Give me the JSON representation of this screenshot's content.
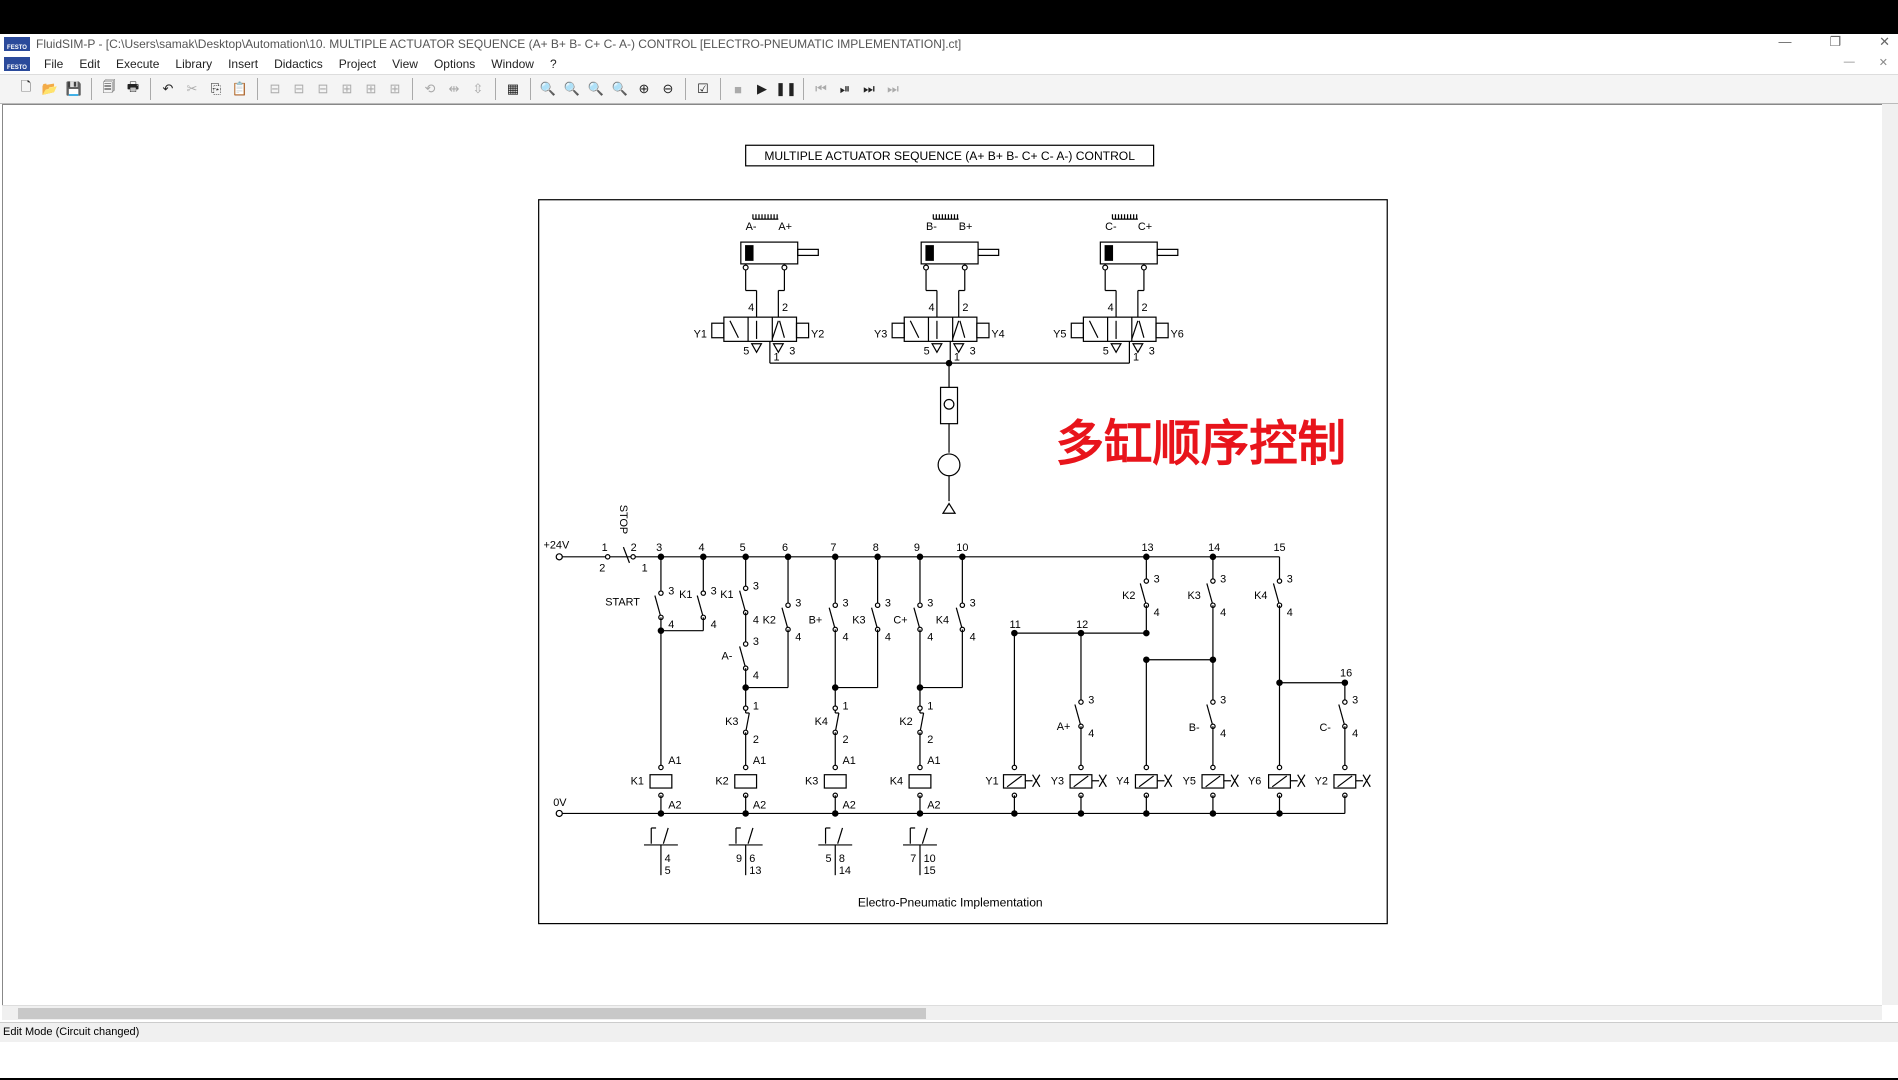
{
  "window": {
    "title": "FluidSIM-P - [C:\\Users\\samak\\Desktop\\Automation\\10. MULTIPLE ACTUATOR SEQUENCE (A+ B+ B- C+ C- A-) CONTROL [ELECTRO-PNEUMATIC IMPLEMENTATION].ct]",
    "logo": "FESTO",
    "minimize": "—",
    "restore": "❐",
    "close": "✕"
  },
  "menu": [
    "File",
    "Edit",
    "Execute",
    "Library",
    "Insert",
    "Didactics",
    "Project",
    "View",
    "Options",
    "Window",
    "?"
  ],
  "toolbar": [
    {
      "icon": "new-icon",
      "g": "🗋"
    },
    {
      "icon": "open-icon",
      "g": "📂"
    },
    {
      "icon": "save-icon",
      "g": "💾"
    },
    {
      "sep": true
    },
    {
      "icon": "print-preview-icon",
      "g": "🗐"
    },
    {
      "icon": "print-icon",
      "g": "🖶"
    },
    {
      "sep": true
    },
    {
      "icon": "undo-icon",
      "g": "↶"
    },
    {
      "icon": "cut-icon",
      "g": "✂",
      "dis": true
    },
    {
      "icon": "copy-icon",
      "g": "⎘"
    },
    {
      "icon": "paste-icon",
      "g": "📋"
    },
    {
      "sep": true
    },
    {
      "icon": "align-left-icon",
      "g": "⊟",
      "dis": true
    },
    {
      "icon": "align-center-icon",
      "g": "⊟",
      "dis": true
    },
    {
      "icon": "align-right-icon",
      "g": "⊟",
      "dis": true
    },
    {
      "icon": "align-top-icon",
      "g": "⊞",
      "dis": true
    },
    {
      "icon": "align-middle-icon",
      "g": "⊞",
      "dis": true
    },
    {
      "icon": "align-bottom-icon",
      "g": "⊞",
      "dis": true
    },
    {
      "sep": true
    },
    {
      "icon": "rotate-icon",
      "g": "⟲",
      "dis": true
    },
    {
      "icon": "mirror-h-icon",
      "g": "⇹",
      "dis": true
    },
    {
      "icon": "mirror-v-icon",
      "g": "⇳",
      "dis": true
    },
    {
      "sep": true
    },
    {
      "icon": "grid-icon",
      "g": "▦"
    },
    {
      "sep": true
    },
    {
      "icon": "zoom-1-1-icon",
      "g": "🔍",
      "dis": true
    },
    {
      "icon": "zoom-fit-width-icon",
      "g": "🔍",
      "dis": true
    },
    {
      "icon": "zoom-fit-icon",
      "g": "🔍"
    },
    {
      "icon": "zoom-window-icon",
      "g": "🔍"
    },
    {
      "icon": "zoom-in-icon",
      "g": "⊕"
    },
    {
      "icon": "zoom-out-icon",
      "g": "⊖"
    },
    {
      "sep": true
    },
    {
      "icon": "check-icon",
      "g": "☑"
    },
    {
      "sep": true
    },
    {
      "icon": "stop-icon",
      "g": "■",
      "dis": true
    },
    {
      "icon": "play-icon",
      "g": "▶"
    },
    {
      "icon": "pause-icon",
      "g": "❚❚"
    },
    {
      "sep": true
    },
    {
      "icon": "reset-icon",
      "g": "⏮",
      "dis": true
    },
    {
      "icon": "step-icon",
      "g": "⏯"
    },
    {
      "icon": "run-to-icon",
      "g": "⏭"
    },
    {
      "icon": "end-icon",
      "g": "⏭",
      "dis": true
    }
  ],
  "diagram": {
    "title": "MULTIPLE ACTUATOR SEQUENCE (A+ B+ B- C+ C- A-) CONTROL",
    "caption": "Electro-Pneumatic  Implementation",
    "overlay_text": "多缸顺序控制",
    "overlay_color": "#e8141b",
    "cylinders": [
      {
        "minus": "A-",
        "plus": "A+"
      },
      {
        "minus": "B-",
        "plus": "B+"
      },
      {
        "minus": "C-",
        "plus": "C+"
      }
    ],
    "valves": [
      {
        "left": "Y1",
        "right": "Y2"
      },
      {
        "left": "Y3",
        "right": "Y4"
      },
      {
        "left": "Y5",
        "right": "Y6"
      }
    ],
    "ports": {
      "p4": "4",
      "p2": "2",
      "p5": "5",
      "p3": "3",
      "p1": "1"
    },
    "rail_top": "+24V",
    "rail_bottom": "0V",
    "stop": "STOP",
    "labels": [
      "1",
      "2",
      "3",
      "4",
      "5",
      "6",
      "7",
      "8",
      "9",
      "10",
      "13",
      "14",
      "15",
      "11",
      "12",
      "16",
      "2",
      "1",
      "START",
      "K1",
      "K1",
      "K2",
      "B+",
      "K3",
      "C+",
      "K4",
      "A-",
      "K3",
      "K4",
      "K2",
      "K2",
      "K3",
      "K4",
      "A+",
      "B-",
      "C-",
      "K1",
      "K2",
      "K3",
      "K4",
      "Y1",
      "Y3",
      "Y4",
      "Y5",
      "Y6",
      "Y2"
    ],
    "pins": {
      "no_in": "3",
      "no_out": "4",
      "nc_in": "1",
      "nc_out": "2",
      "a1": "A1",
      "a2": "A2"
    },
    "contact_tables": [
      {
        "nc": "",
        "no": "4",
        "no2": "5"
      },
      {
        "nc": "9",
        "no": "6",
        "no2": "13"
      },
      {
        "nc": "5",
        "no": "8",
        "no2": "14"
      },
      {
        "nc": "7",
        "no": "10",
        "no2": "15"
      }
    ]
  },
  "status": "Edit Mode (Circuit changed)"
}
